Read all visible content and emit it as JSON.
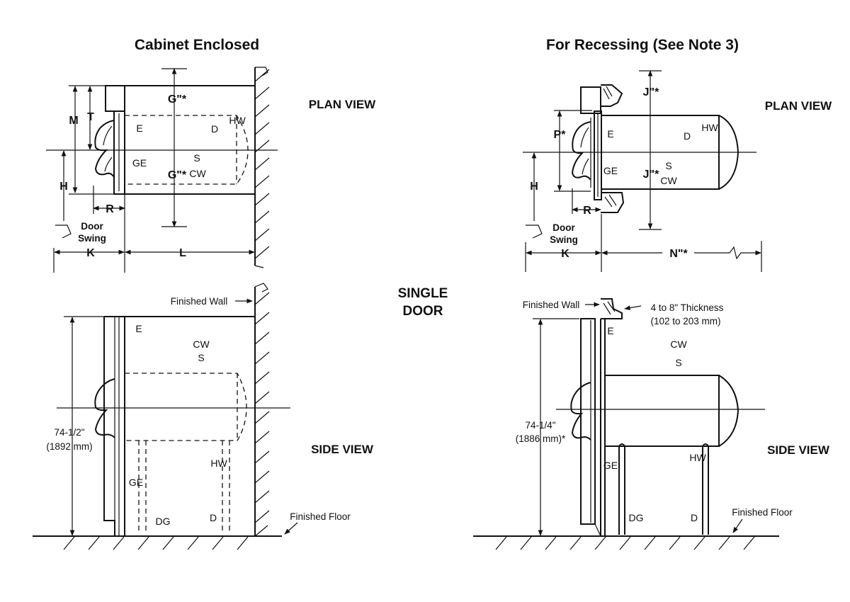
{
  "titles": {
    "left": "Cabinet Enclosed",
    "right": "For Recessing (See Note 3)",
    "center_line1": "SINGLE",
    "center_line2": "DOOR"
  },
  "view_labels": {
    "plan_left": "PLAN VIEW",
    "plan_right": "PLAN VIEW",
    "side_left": "SIDE VIEW",
    "side_right": "SIDE VIEW"
  },
  "dimension_letters": {
    "left_plan": {
      "g_top": "G\"*",
      "g_bottom": "G\"*",
      "m": "M",
      "t": "T",
      "h": "H",
      "r": "R",
      "k": "K",
      "l": "L"
    },
    "right_plan": {
      "j_top": "J\"*",
      "j_bottom": "J\"*",
      "p": "P*",
      "h": "H",
      "r": "R",
      "k": "K",
      "n": "N\"*"
    }
  },
  "door_swing": {
    "line1": "Door",
    "line2": "Swing"
  },
  "connection_labels": {
    "left_plan": {
      "e": "E",
      "d": "D",
      "hw": "HW",
      "s": "S",
      "ge": "GE",
      "cw": "CW"
    },
    "right_plan": {
      "e": "E",
      "d": "D",
      "hw": "HW",
      "s": "S",
      "ge": "GE",
      "cw": "CW"
    },
    "left_side": {
      "e": "E",
      "cw": "CW",
      "s": "S",
      "hw": "HW",
      "ge": "GE",
      "dg": "DG",
      "d": "D"
    },
    "right_side": {
      "e": "E",
      "cw": "CW",
      "s": "S",
      "hw": "HW",
      "ge": "GE",
      "dg": "DG",
      "d": "D"
    }
  },
  "notes": {
    "finished_wall_left": "Finished Wall",
    "finished_wall_right": "Finished Wall",
    "finished_floor_left": "Finished Floor",
    "finished_floor_right": "Finished Floor",
    "thickness_line1": "4 to 8\" Thickness",
    "thickness_line2": "(102 to 203 mm)",
    "height_left_line1": "74-1/2\"",
    "height_left_line2": "(1892 mm)",
    "height_right_line1": "74-1/4\"",
    "height_right_line2": "(1886 mm)*"
  }
}
